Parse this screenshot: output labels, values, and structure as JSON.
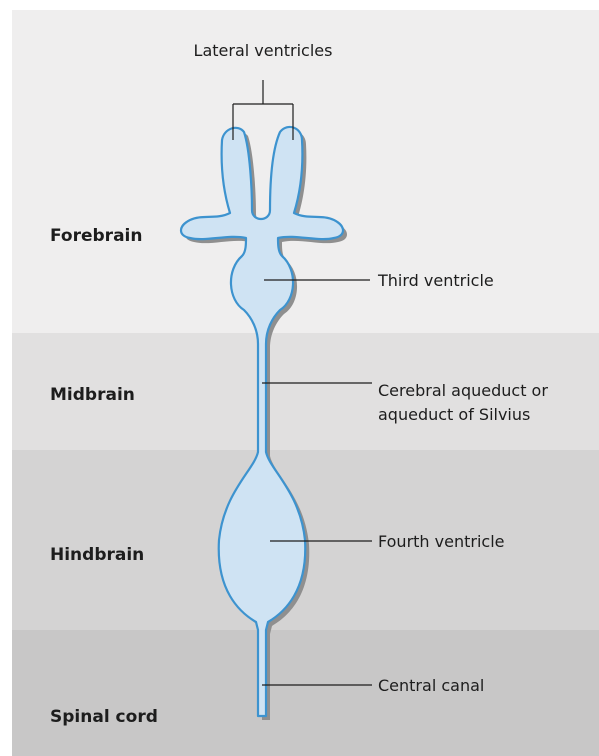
{
  "colors": {
    "forebrain_band": "#efeeee",
    "midbrain_band": "#e1e0e0",
    "hindbrain_band": "#d4d3d3",
    "spinal_band": "#c8c7c7",
    "ventricle_fill": "#cfe3f3",
    "ventricle_outline": "#3d93cf",
    "text": "#1d1d1d"
  },
  "regions": {
    "forebrain": "Forebrain",
    "midbrain": "Midbrain",
    "hindbrain": "Hindbrain",
    "spinal_cord": "Spinal cord"
  },
  "callouts": {
    "lateral_ventricles": "Lateral ventricles",
    "third_ventricle": "Third ventricle",
    "cerebral_aqueduct_line1": "Cerebral aqueduct or",
    "cerebral_aqueduct_line2": "aqueduct of Silvius",
    "fourth_ventricle": "Fourth ventricle",
    "central_canal": "Central canal"
  }
}
